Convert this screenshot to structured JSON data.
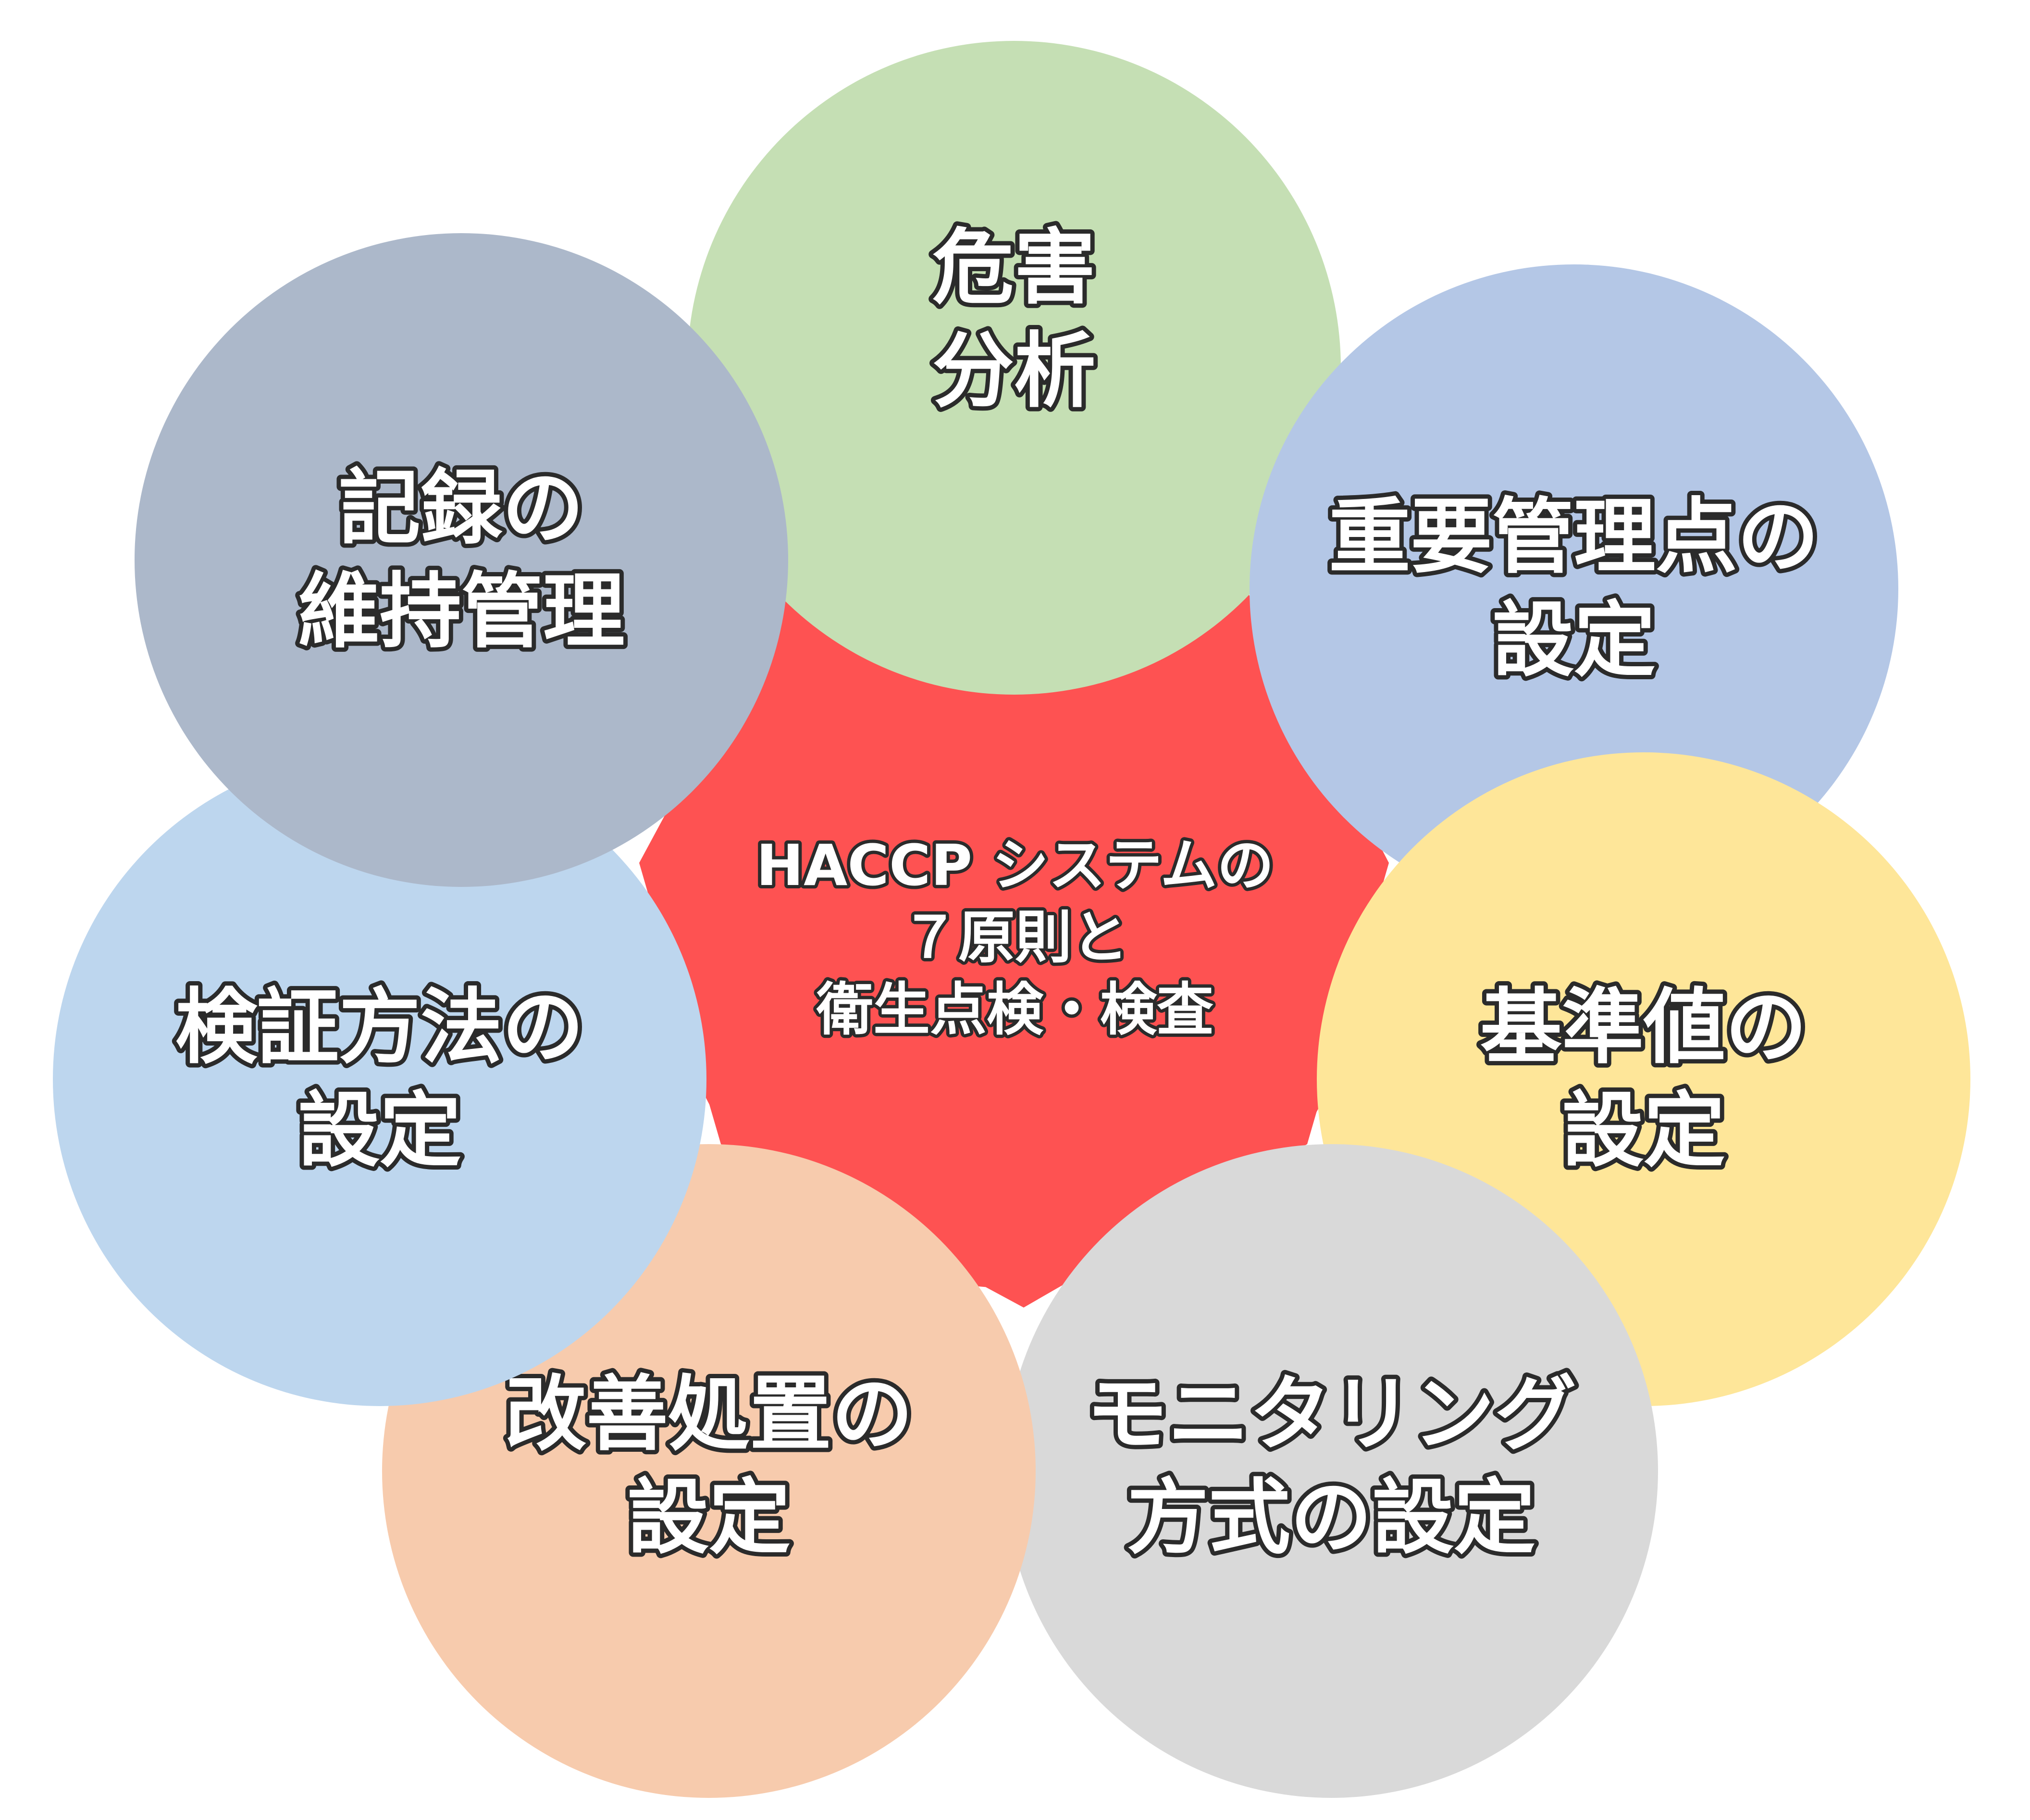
{
  "diagram": {
    "center": {
      "lines": [
        "HACCP システムの",
        "７原則と",
        "衛生点検・検査"
      ],
      "color": "#fe5252"
    },
    "nodes": [
      {
        "id": "hazard-analysis",
        "lines": [
          "危害",
          "分析"
        ],
        "color": "#c5dfb4"
      },
      {
        "id": "ccp-setting",
        "lines": [
          "重要管理点の",
          "設定"
        ],
        "color": "#b4c7e6"
      },
      {
        "id": "critical-limit-setting",
        "lines": [
          "基準値の",
          "設定"
        ],
        "color": "#fee699"
      },
      {
        "id": "monitoring-method-setting",
        "lines": [
          "モニタリング",
          "方式の設定"
        ],
        "color": "#d9d9d9"
      },
      {
        "id": "corrective-action-setting",
        "lines": [
          "改善処置の",
          "設定"
        ],
        "color": "#f7cbad"
      },
      {
        "id": "verification-method-setting",
        "lines": [
          "検証方法の",
          "設定"
        ],
        "color": "#bdd6ee"
      },
      {
        "id": "record-keeping",
        "lines": [
          "記録の",
          "維持管理"
        ],
        "color": "#acb8ca"
      }
    ]
  }
}
